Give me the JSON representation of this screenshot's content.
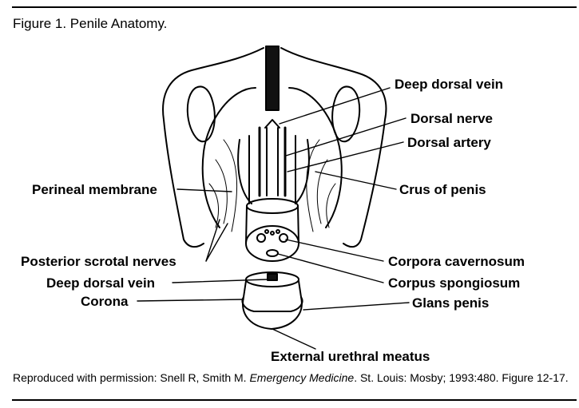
{
  "figure": {
    "title": "Figure 1. Penile Anatomy.",
    "labels": {
      "deep_dorsal_vein_top": "Deep dorsal vein",
      "dorsal_nerve": "Dorsal nerve",
      "dorsal_artery": "Dorsal artery",
      "perineal_membrane": "Perineal membrane",
      "crus_of_penis": "Crus of penis",
      "posterior_scrotal_nerves": "Posterior scrotal nerves",
      "corpora_cavernosum": "Corpora cavernosum",
      "deep_dorsal_vein_bottom": "Deep dorsal vein",
      "corpus_spongiosum": "Corpus spongiosum",
      "corona": "Corona",
      "glans_penis": "Glans penis",
      "external_urethral_meatus": "External urethral meatus"
    },
    "credit": {
      "prefix": "Reproduced with permission: Snell R, Smith M. ",
      "journal": "Emergency Medicine",
      "suffix": ". St. Louis: Mosby; 1993:480. Figure 12-17."
    }
  }
}
